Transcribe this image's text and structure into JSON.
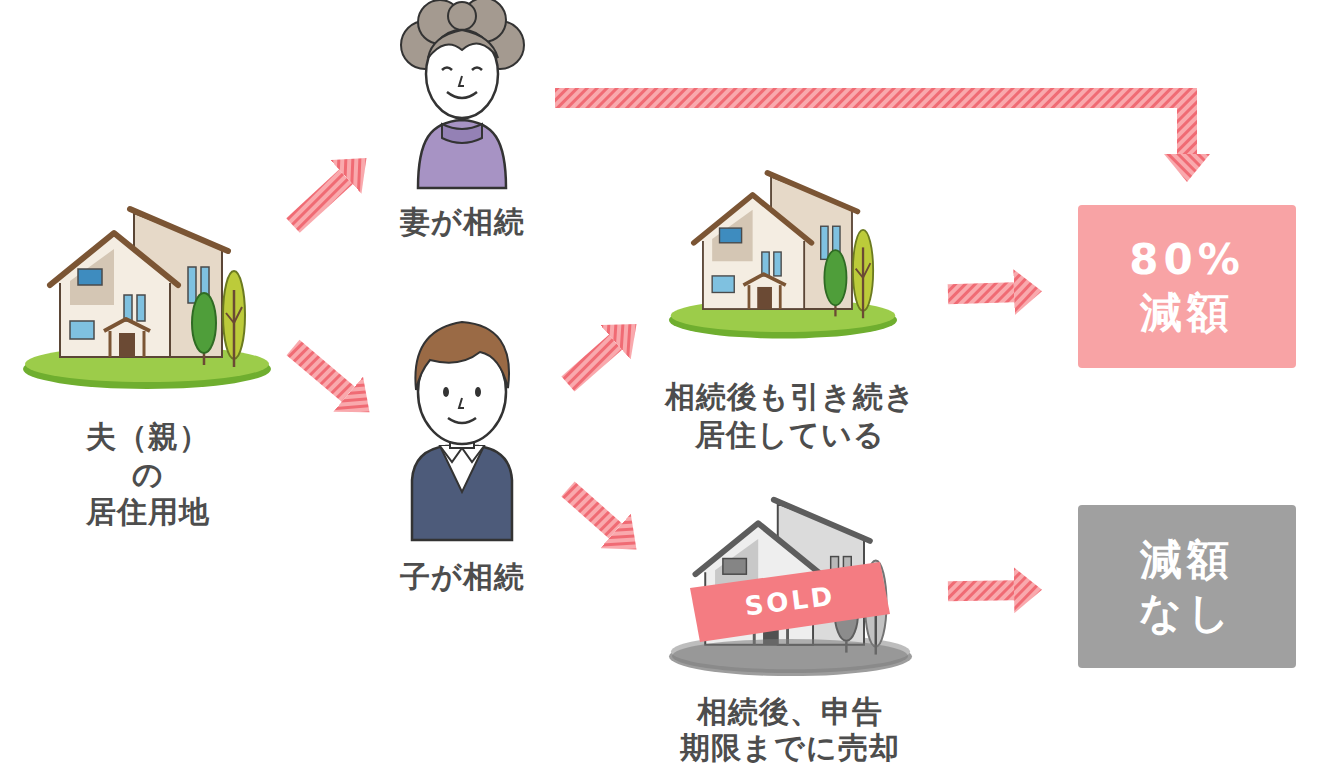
{
  "diagram": {
    "nodes": [
      {
        "text": [
          "夫（親）の 居住用地"
        ]
      },
      {
        "text": [
          "妻が相続"
        ]
      },
      {
        "text": [
          "子が相続"
        ]
      },
      {
        "text": [
          "相続後も引き続き 居住している"
        ]
      },
      {
        "text": [
          "相続後、申告 期限までに売却"
        ]
      },
      {
        "text": [
          "80% 減額"
        ]
      },
      {
        "text": [
          "減額 なし"
        ]
      }
    ],
    "edges": [
      {
        "from": 0,
        "to": 1,
        "arrow": "to"
      },
      {
        "from": 0,
        "to": 2,
        "arrow": "to"
      },
      {
        "from": 1,
        "to": 5,
        "arrow": "to"
      },
      {
        "from": 2,
        "to": 3,
        "arrow": "to"
      },
      {
        "from": 2,
        "to": 4,
        "arrow": "to"
      },
      {
        "from": 3,
        "to": 5,
        "arrow": "to"
      },
      {
        "from": 4,
        "to": 6,
        "arrow": "to"
      }
    ],
    "labels": [
      "SOLD"
    ]
  }
}
